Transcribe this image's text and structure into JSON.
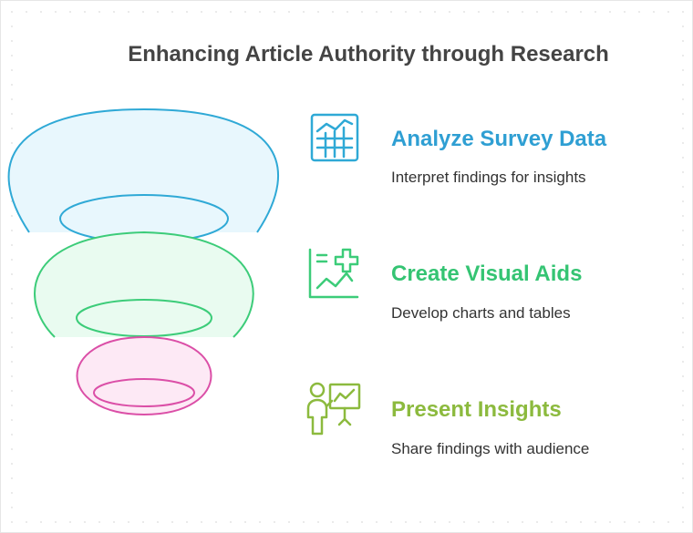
{
  "title": "Enhancing Article Authority through Research",
  "colors": {
    "blue_stroke": "#2fa9d6",
    "blue_fill": "#e8f7fd",
    "green_stroke": "#3ccc79",
    "green_fill": "#e9fbf0",
    "pink_stroke": "#db4fa7",
    "pink_fill": "#fde9f5",
    "heading_blue": "#2f9fd3",
    "heading_green": "#35c473",
    "heading_olive": "#8cba3e"
  },
  "steps": [
    {
      "heading": "Analyze Survey Data",
      "description": "Interpret findings for insights",
      "icon": "chart-table-icon"
    },
    {
      "heading": "Create Visual Aids",
      "description": "Develop charts and tables",
      "icon": "graph-plus-icon"
    },
    {
      "heading": "Present Insights",
      "description": "Share findings with audience",
      "icon": "presenter-icon"
    }
  ]
}
